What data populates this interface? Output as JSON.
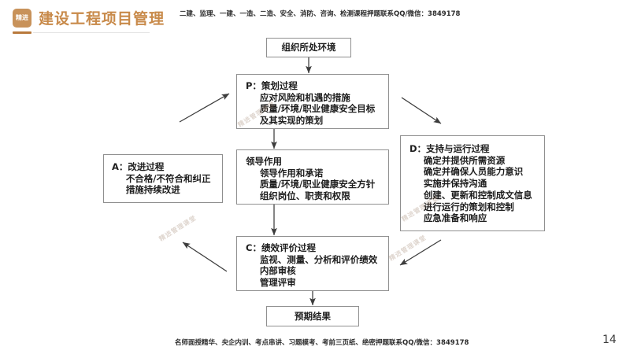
{
  "header": {
    "logo_badge": "精进",
    "title": "建设工程项目管理",
    "note": "二建、监理、一建、一造、二造、安全、消防、咨询、检测课程押题联系QQ/微信：3849178"
  },
  "footer": {
    "note": "名师面授精华、央企内训、考点串讲、习题模考、考前三页纸、绝密押题联系QQ/微信：3849178",
    "page_number": "14"
  },
  "diagram": {
    "nodes": {
      "environment": {
        "lines": [
          "组织所处环境"
        ]
      },
      "plan": {
        "lines": [
          "P：策划过程",
          "应对风险和机遇的措施",
          "质量/环境/职业健康安全目标",
          "及其实现的策划"
        ]
      },
      "leadership": {
        "lines": [
          "领导作用",
          "领导作用和承诺",
          "质量/环境/职业健康安全方针",
          "组织岗位、职责和权限"
        ]
      },
      "check": {
        "lines": [
          "C：绩效评价过程",
          "监视、测量、分析和评价绩效",
          "内部审核",
          "管理评审"
        ]
      },
      "result": {
        "lines": [
          "预期结果"
        ]
      },
      "act": {
        "lines": [
          "A：改进过程",
          "不合格/不符合和纠正",
          "措施持续改进"
        ]
      },
      "do": {
        "lines": [
          "D：支持与运行过程",
          "确定并提供所需资源",
          "确定并确保人员能力意识",
          "实施并保持沟通",
          "创建、更新和控制成文信息",
          "进行运行的策划和控制",
          "应急准备和响应"
        ]
      }
    },
    "watermarks": [
      "精进管理课堂",
      "精进管理课堂",
      "精进管理课堂",
      "精进管理课堂"
    ]
  },
  "colors": {
    "brand": "#c88a4a",
    "badge": "#c8925a",
    "node_border": "#8f8f8f",
    "arrow": "#3c3c3c"
  }
}
